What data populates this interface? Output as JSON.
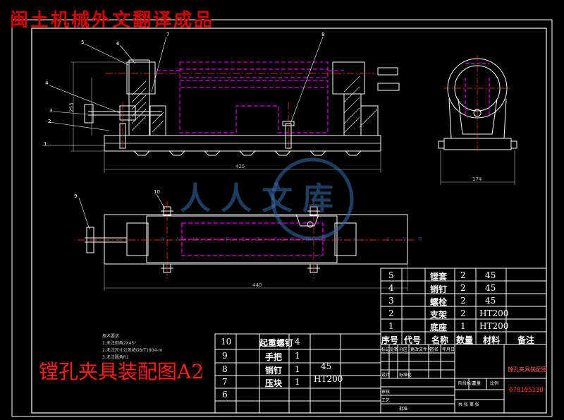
{
  "banner": "闽土机械外文翻译成品",
  "overlay_title": "镗孔夹具装配图A2",
  "watermark": {
    "text": "人人文库",
    "url": "w w w . r e n r e n d o c . c o m"
  },
  "notes": {
    "heading": "技术要求",
    "items": [
      "1.未注倒角2X45°",
      "2.未注尺寸公差按GB/T1804-m",
      "3.未注圆角R1"
    ]
  },
  "balloons": [
    "1",
    "2",
    "3",
    "4",
    "5",
    "6",
    "7",
    "8",
    "9",
    "10"
  ],
  "dimensions": {
    "front_width": "425",
    "side_width": "174",
    "plan_width": "440",
    "height": "255"
  },
  "parts_upper": [
    {
      "no": "5",
      "name": "镗套",
      "qty": "2",
      "material": "45"
    },
    {
      "no": "4",
      "name": "销钉",
      "qty": "2",
      "material": "45"
    },
    {
      "no": "3",
      "name": "螺栓",
      "qty": "2",
      "material": "45"
    },
    {
      "no": "2",
      "name": "支架",
      "qty": "2",
      "material": "HT200"
    },
    {
      "no": "1",
      "name": "底座",
      "qty": "1",
      "material": "HT200"
    }
  ],
  "parts_header": {
    "no": "序号",
    "code": "代号",
    "name": "名称",
    "qty": "数量",
    "material": "材料",
    "remark": "备注"
  },
  "parts_lower": [
    {
      "no": "10",
      "name": "起重螺钉",
      "qty": "4",
      "material": ""
    },
    {
      "no": "9",
      "name": "手把",
      "qty": "1",
      "material": ""
    },
    {
      "no": "8",
      "name": "销钉",
      "qty": "1",
      "material": "45"
    },
    {
      "no": "7",
      "name": "压块",
      "qty": "1",
      "material": "HT200"
    },
    {
      "no": "6",
      "name": "",
      "qty": "",
      "material": ""
    }
  ],
  "title_block": {
    "drawing_title": "镗孔夹具装配图",
    "drawing_number": "07810513O",
    "small_labels": [
      "标记",
      "处数",
      "分区",
      "更改文件号",
      "签名",
      "年月日",
      "设计",
      "标准化",
      "阶段标记",
      "重量",
      "比例",
      "审核",
      "工艺",
      "批准",
      "共 张 第 张"
    ]
  },
  "colors": {
    "background": "#000000",
    "line": "#ffffff",
    "hidden": "#ff00ff",
    "center": "#ff4040",
    "dimension": "#c0c0c0",
    "balloon_leader": "#ffffff",
    "watermark": "#3a6fb0"
  }
}
